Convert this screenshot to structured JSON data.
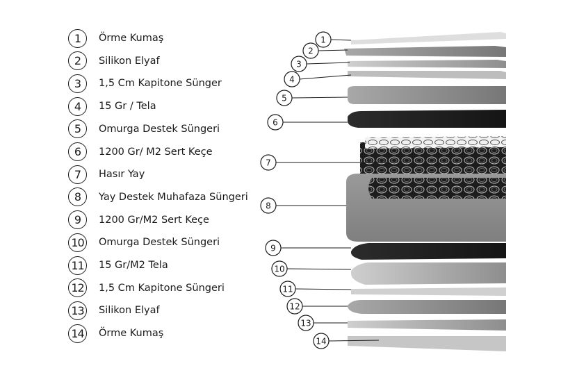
{
  "layers": [
    {
      "number": "1",
      "label": "Örme Kumaş"
    },
    {
      "number": "2",
      "label": "Silikon Elyaf"
    },
    {
      "number": "3",
      "label": "1,5 Cm Kapitone Sünger"
    },
    {
      "number": "4",
      "label": "15 Gr / Tela"
    },
    {
      "number": "5",
      "label": "Omurga Destek Süngeri"
    },
    {
      "number": "6",
      "label": "1200 Gr/ M2 Sert Keçe"
    },
    {
      "number": "7",
      "label": "Hasır Yay"
    },
    {
      "number": "8",
      "label": "Yay Destek Muhafaza Süngeri"
    },
    {
      "number": "9",
      "label": "1200 Gr/M2 Sert Keçe"
    },
    {
      "number": "10",
      "label": "Omurga Destek Süngeri"
    },
    {
      "number": "11",
      "label": "15 Gr/M2 Tela"
    },
    {
      "number": "12",
      "label": "1,5 Cm Kapitone Süngeri"
    },
    {
      "number": "13",
      "label": "Silikon Elyaf"
    },
    {
      "number": "14",
      "label": "Örme Kumaş"
    }
  ]
}
